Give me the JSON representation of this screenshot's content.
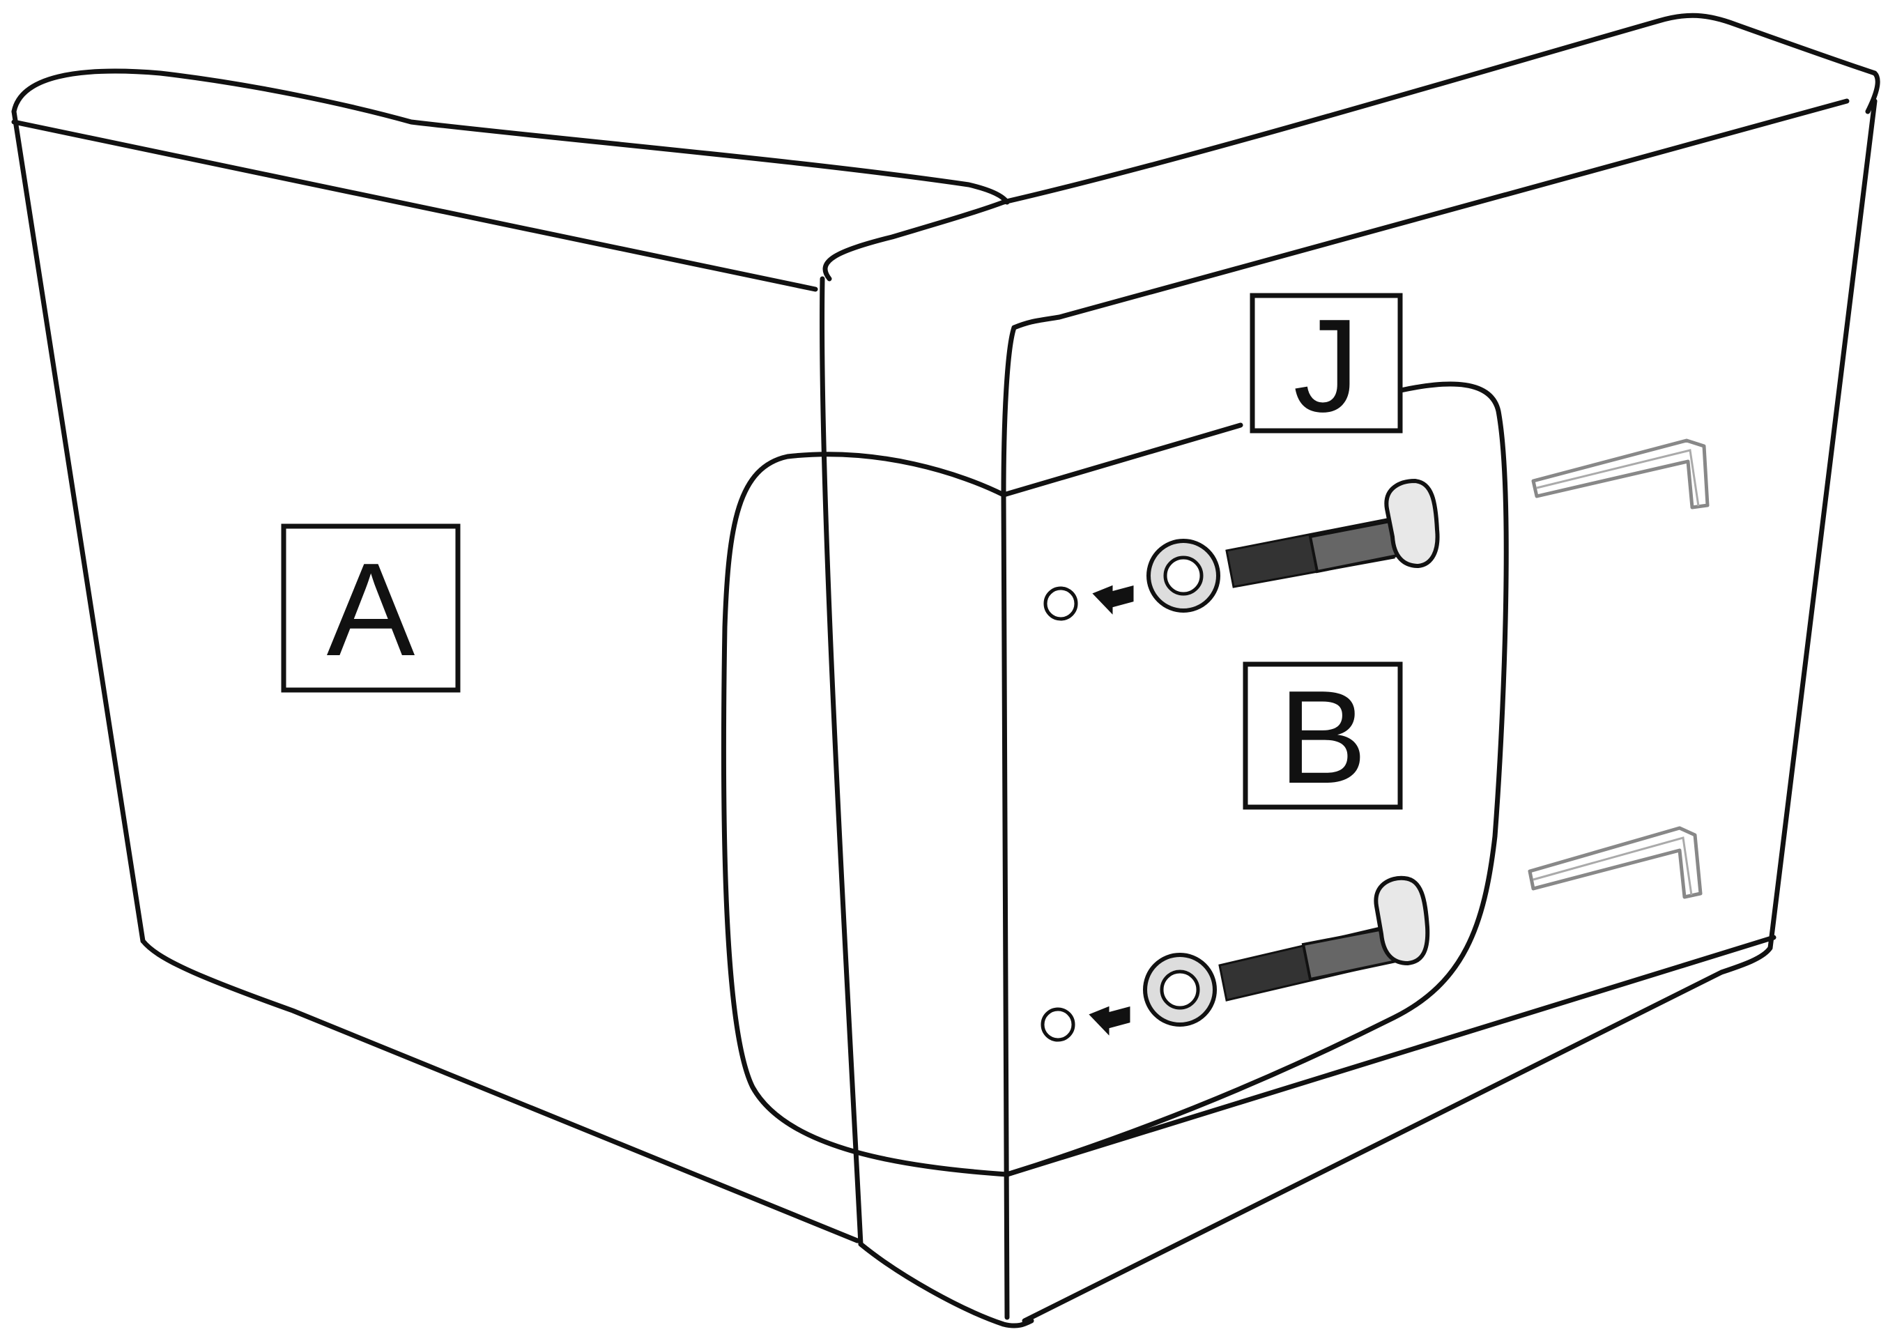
{
  "diagram": {
    "labels": {
      "part_a": "A",
      "part_j": "J",
      "part_b": "B"
    },
    "icons": {
      "bolt": "bolt-icon",
      "washer": "washer-icon",
      "hole": "hole-icon",
      "arrow": "arrow-left-icon",
      "allen_key": "allen-key-icon"
    },
    "colors": {
      "line": "#111111",
      "background": "#ffffff",
      "tool": "#888888"
    }
  }
}
